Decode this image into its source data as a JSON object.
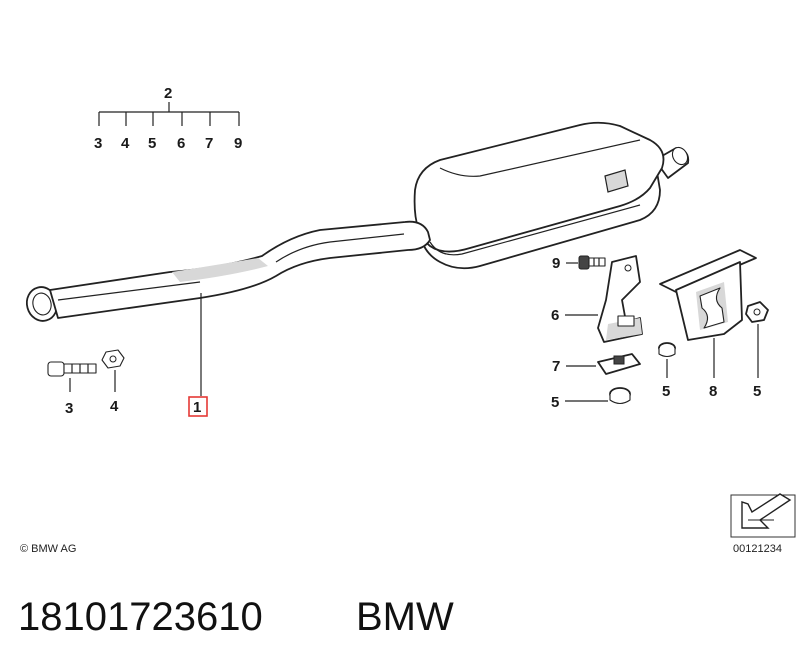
{
  "diagram": {
    "group_label": "2",
    "group_children": [
      "3",
      "4",
      "5",
      "6",
      "7",
      "9"
    ],
    "callouts": {
      "bolt": "3",
      "nut": "4",
      "front_pipe": "1",
      "screw_9": "9",
      "bracket_6": "6",
      "clamp_7": "7",
      "nut_5_left": "5",
      "nut_5_mid": "5",
      "hanger_8": "8",
      "nut_5_right": "5"
    },
    "copyright": "© BMW AG",
    "image_code": "00121234",
    "highlight_color": "#e53935"
  },
  "footer": {
    "part_number": "18101723610",
    "brand": "BMW"
  }
}
